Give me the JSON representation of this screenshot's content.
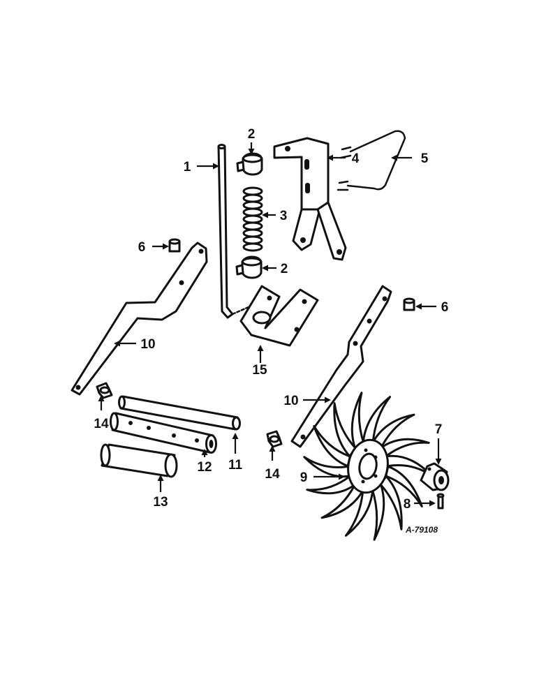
{
  "diagram": {
    "drawing_number": "A-79108",
    "callouts": [
      "1",
      "2",
      "2",
      "3",
      "4",
      "5",
      "6",
      "6",
      "7",
      "8",
      "9",
      "10",
      "10",
      "11",
      "12",
      "13",
      "14",
      "14",
      "15"
    ]
  },
  "style": {
    "ink": "#111111",
    "paper": "#ffffff"
  }
}
